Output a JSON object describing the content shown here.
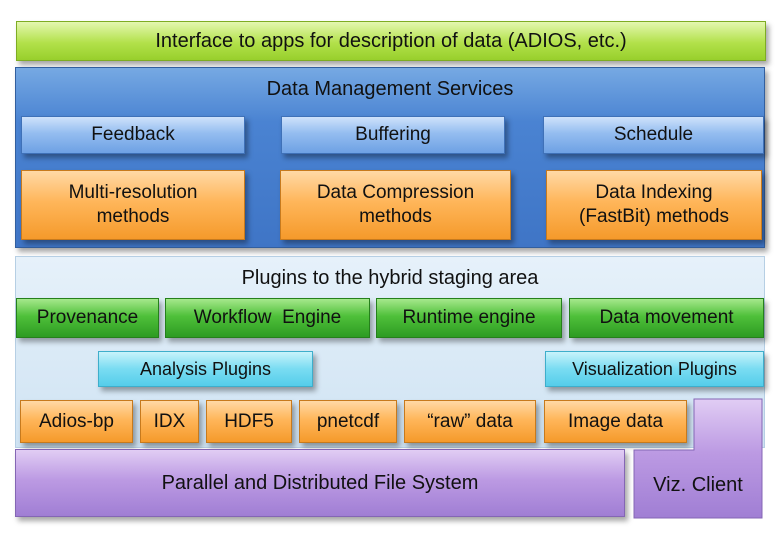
{
  "top_interface": "Interface to apps for description of data (ADIOS, etc.)",
  "data_management": {
    "title": "Data Management Services",
    "services": [
      "Feedback",
      "Buffering",
      "Schedule"
    ],
    "methods": [
      [
        "Multi-resolution",
        "methods"
      ],
      [
        "Data Compression",
        "methods"
      ],
      [
        "Data Indexing",
        "(FastBit) methods"
      ]
    ]
  },
  "staging": {
    "title": "Plugins to the hybrid staging area",
    "engines": [
      "Provenance",
      "Workflow  Engine",
      "Runtime engine",
      "Data movement"
    ],
    "analysis_plugins": "Analysis Plugins",
    "visualization_plugins": "Visualization Plugins",
    "formats": [
      "Adios-bp",
      "IDX",
      "HDF5",
      "pnetcdf",
      "“raw” data",
      "Image data"
    ]
  },
  "file_system": "Parallel and Distributed File System",
  "viz_client": "Viz. Client",
  "colors": {
    "lime": "#b2e14a",
    "blue_panel": "#4a83d2",
    "blue_button": "#94bdf0",
    "orange": "#ffb65a",
    "green": "#4fc03a",
    "cyan": "#79dcf2",
    "light_blue_panel": "#cfe3f3",
    "purple": "#bc9ae3"
  }
}
